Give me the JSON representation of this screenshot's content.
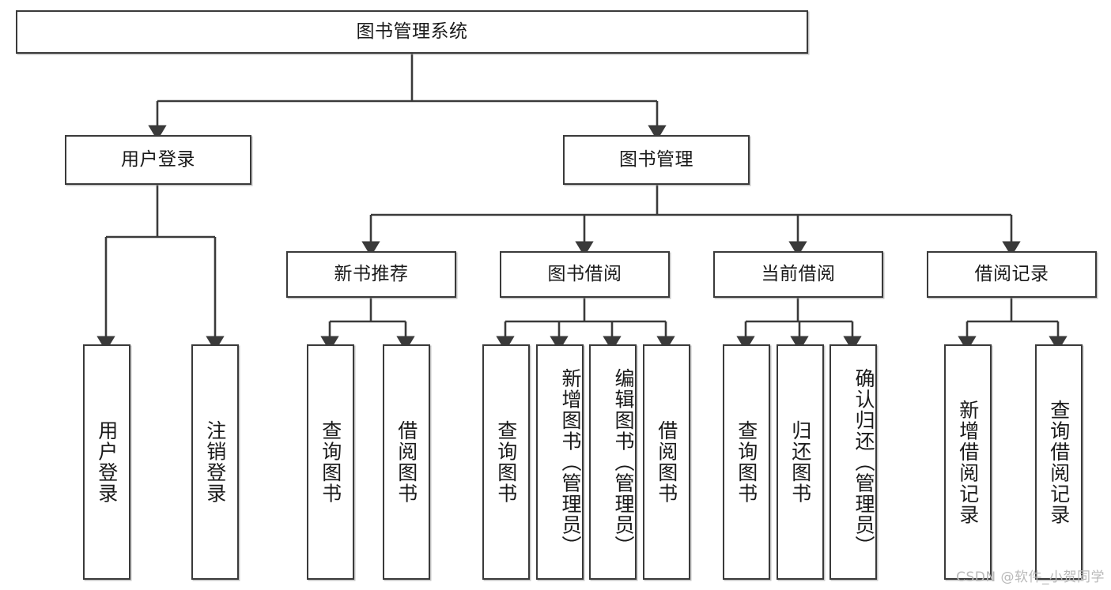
{
  "diagram": {
    "title": "图书管理系统",
    "type": "tree-hierarchy-diagram",
    "watermark": "CSDN @软件_小贺同学",
    "colors": {
      "box_border": "#3a3a3a",
      "box_fill": "#ffffff",
      "connector": "#3a3a3a",
      "text": "#1a1a1a",
      "watermark": "#b9b9b9",
      "background": "#ffffff"
    },
    "root": {
      "label": "图书管理系统"
    },
    "level1": [
      {
        "id": "user-login",
        "label": "用户登录"
      },
      {
        "id": "book-management",
        "label": "图书管理"
      }
    ],
    "level2": [
      {
        "id": "new-book-recommend",
        "label": "新书推荐",
        "parent": "book-management"
      },
      {
        "id": "book-borrow",
        "label": "图书借阅",
        "parent": "book-management"
      },
      {
        "id": "current-borrow",
        "label": "当前借阅",
        "parent": "book-management"
      },
      {
        "id": "borrow-record",
        "label": "借阅记录",
        "parent": "book-management"
      }
    ],
    "leaves": {
      "user-login": [
        {
          "id": "leaf-user-login",
          "label": "用户登录"
        },
        {
          "id": "leaf-user-logout",
          "label": "注销登录"
        }
      ],
      "new-book-recommend": [
        {
          "id": "leaf-query-book-1",
          "label": "查询图书"
        },
        {
          "id": "leaf-borrow-book-1",
          "label": "借阅图书"
        }
      ],
      "book-borrow": [
        {
          "id": "leaf-query-book-2",
          "label": "查询图书"
        },
        {
          "id": "leaf-add-book",
          "label": "新增图书（管理员）"
        },
        {
          "id": "leaf-edit-book",
          "label": "编辑图书（管理员）"
        },
        {
          "id": "leaf-borrow-book-2",
          "label": "借阅图书"
        }
      ],
      "current-borrow": [
        {
          "id": "leaf-query-book-3",
          "label": "查询图书"
        },
        {
          "id": "leaf-return-book",
          "label": "归还图书"
        },
        {
          "id": "leaf-confirm-return",
          "label": "确认归还（管理员）"
        }
      ],
      "borrow-record": [
        {
          "id": "leaf-add-record",
          "label": "新增借阅记录"
        },
        {
          "id": "leaf-query-record",
          "label": "查询借阅记录"
        }
      ]
    }
  }
}
